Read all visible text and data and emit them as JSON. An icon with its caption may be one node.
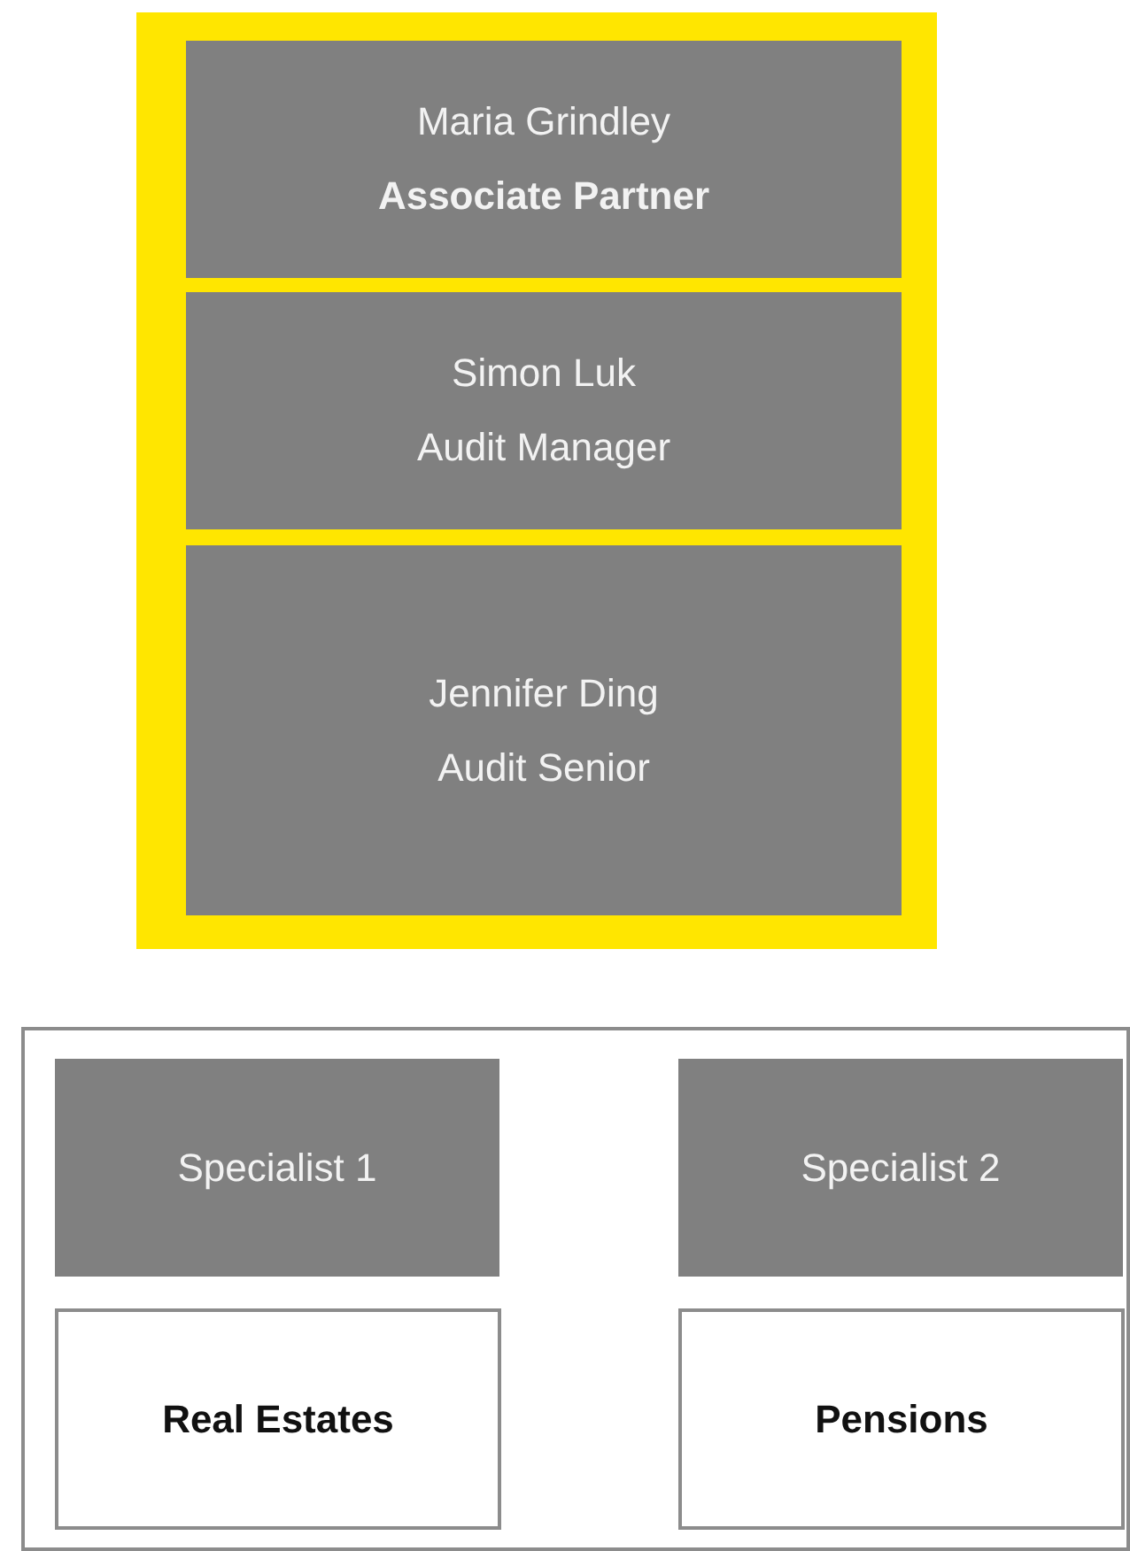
{
  "diagram": {
    "nodes": [
      {
        "text": [],
        "shape": "box"
      },
      {
        "text": [
          "Maria Grindley",
          "**Associate Partner**"
        ],
        "in": 0
      },
      {
        "text": [
          "Simon Luk",
          "Audit Manager"
        ],
        "in": 0
      },
      {
        "text": [
          "Jennifer Ding",
          "Audit Senior"
        ],
        "in": 0
      },
      {
        "text": [],
        "shape": "box"
      },
      {
        "text": [
          "Specialist 1"
        ],
        "in": 4
      },
      {
        "text": [
          "Specialist 2"
        ],
        "in": 4
      },
      {
        "text": [
          "Real Estates"
        ],
        "in": 4
      },
      {
        "text": [
          "Pensions"
        ],
        "in": 4
      }
    ]
  }
}
